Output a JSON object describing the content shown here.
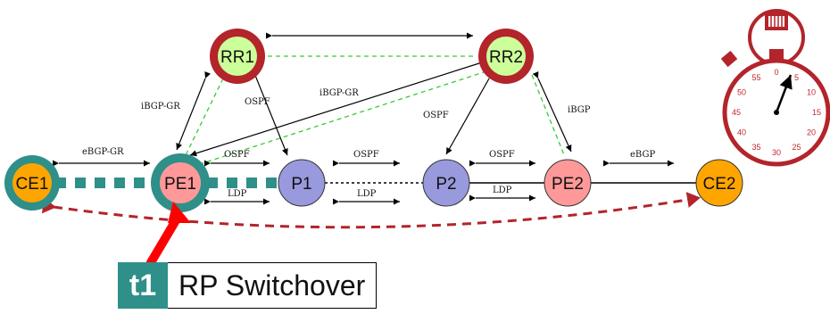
{
  "nodes": {
    "rr1": "RR1",
    "rr2": "RR2",
    "ce1": "CE1",
    "pe1": "PE1",
    "p1": "P1",
    "p2": "P2",
    "pe2": "PE2",
    "ce2": "CE2"
  },
  "edge_labels": {
    "ibgp_gr_rr1_pe1": "iBGP-GR",
    "ospf_rr1_p1": "OSPF",
    "ibgp_gr_rr2_pe1": "iBGP-GR",
    "ospf_rr2_p2": "OSPF",
    "ibgp_rr2_pe2": "iBGP",
    "ebgp_gr_ce1_pe1": "eBGP-GR",
    "ospf_pe1_p1": "OSPF",
    "ldp_pe1_p1": "LDP",
    "ospf_p1_p2": "OSPF",
    "ldp_p1_p2": "LDP",
    "ospf_p2_pe2": "OSPF",
    "ldp_p2_pe2": "LDP",
    "ebgp_pe2_ce2": "eBGP"
  },
  "stopwatch": {
    "dial_numbers": [
      "0",
      "5",
      "10",
      "15",
      "20",
      "25",
      "30",
      "35",
      "40",
      "45",
      "50",
      "55"
    ]
  },
  "event": {
    "tag": "t1",
    "text": "RP Switchover"
  },
  "colors": {
    "teal": "#2f8f89",
    "route_reflector_ring": "#b3242b",
    "rr_fill": "#ccff99",
    "p_fill": "#9999dd",
    "pe2_fill": "#ff9999",
    "ce_fill": "#ffa500",
    "dashed_green": "#33cc33",
    "dashed_red": "#b3242b",
    "arrow_red": "#ff0000"
  }
}
